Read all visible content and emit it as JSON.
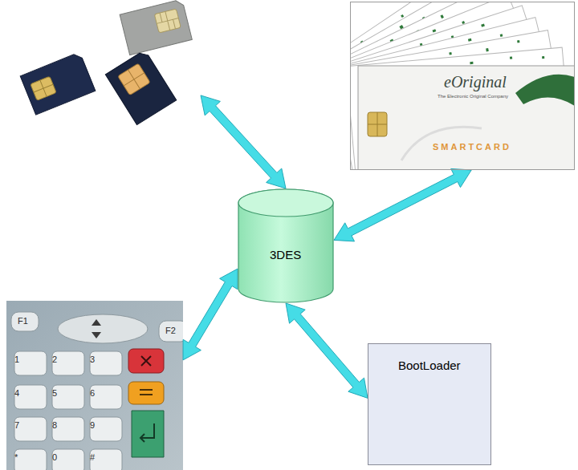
{
  "diagram": {
    "nodes": [
      {
        "text": []
      },
      {
        "text": [
          "eOriginal",
          "The Electronic Original Company",
          "SMARTCARD"
        ]
      },
      {
        "text": [
          "3DES"
        ]
      },
      {
        "text": [
          "F1",
          "F2",
          "1",
          "2",
          "3",
          "4",
          "5",
          "6",
          "7",
          "8",
          "9",
          "*",
          "0",
          "#"
        ]
      },
      {
        "text": [
          "BootLoader"
        ]
      }
    ],
    "edges": [
      {
        "from": 2,
        "to": 0,
        "arrow": "both"
      },
      {
        "from": 2,
        "to": 1,
        "arrow": "both"
      },
      {
        "from": 2,
        "to": 3,
        "arrow": "both"
      },
      {
        "from": 2,
        "to": 4,
        "arrow": "both"
      }
    ]
  }
}
